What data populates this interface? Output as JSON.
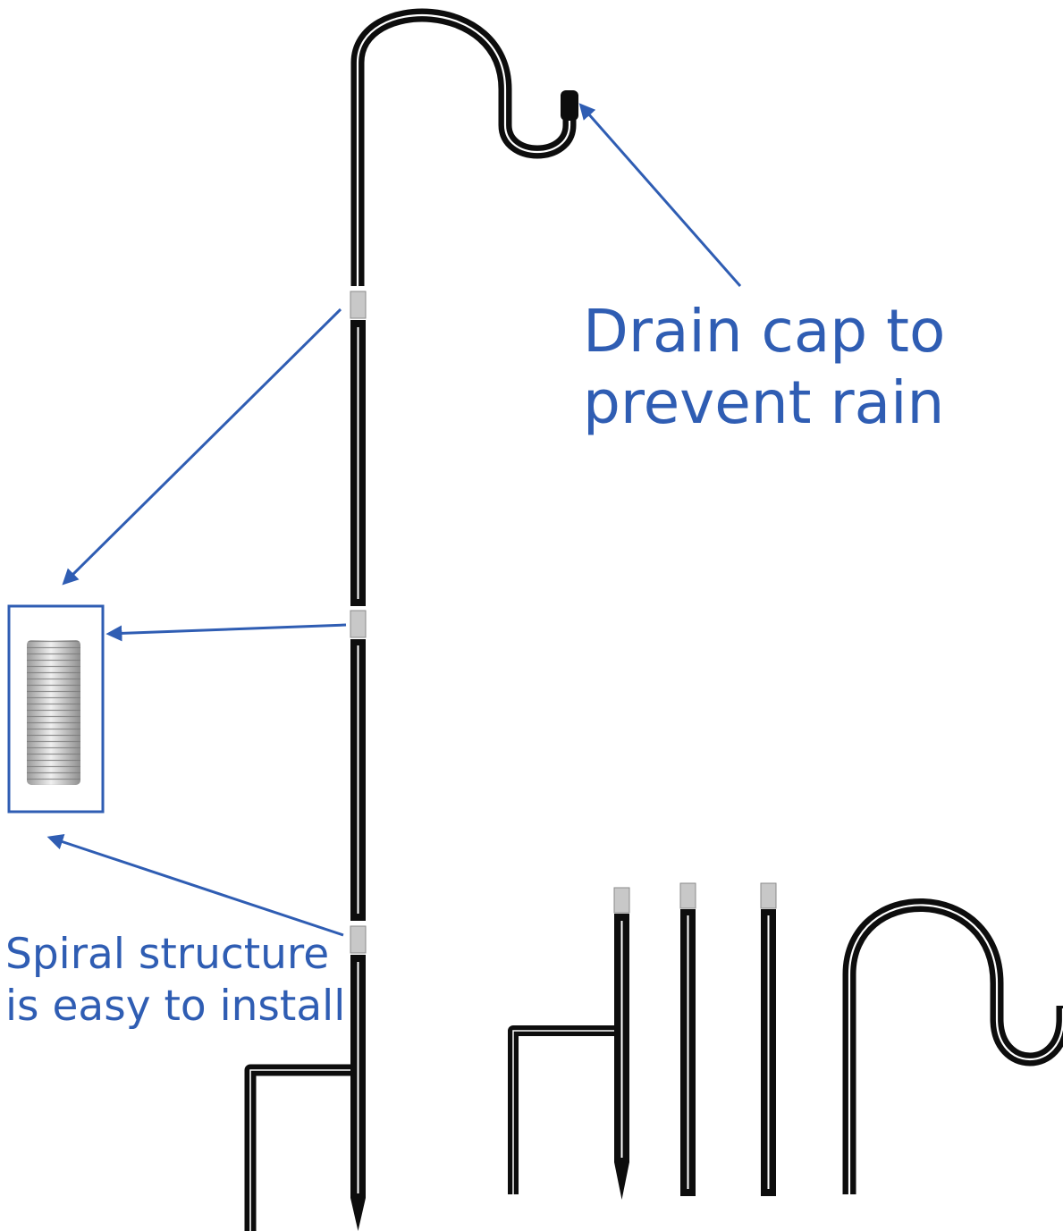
{
  "annotations": {
    "drain_cap": {
      "line1": "Drain cap to",
      "line2": "prevent rain"
    },
    "spiral": {
      "line1": "Spiral structure",
      "line2": "is easy to install"
    }
  },
  "colors": {
    "annotation": "#2f5db3",
    "metal": "#0d0d0d",
    "highlight": "#ffffff",
    "thread": "#c9c9c9",
    "background": "#ffffff"
  },
  "icons": {
    "hook": "shepherd-hook-icon",
    "thread": "spiral-thread-icon",
    "arrow": "arrow-icon"
  }
}
